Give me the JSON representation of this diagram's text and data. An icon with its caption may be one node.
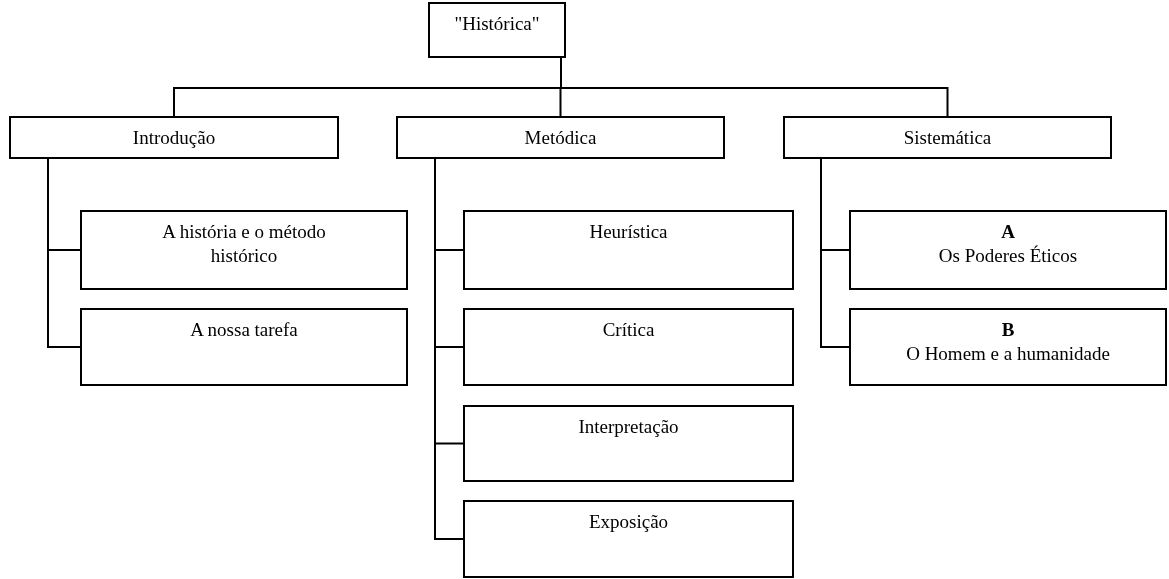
{
  "diagram": {
    "nodes": [
      {
        "text": [
          "\"Histórica\""
        ]
      },
      {
        "text": [
          "Introdução"
        ]
      },
      {
        "text": [
          "Metódica"
        ]
      },
      {
        "text": [
          "Sistemática"
        ]
      },
      {
        "text": [
          "A história e o método histórico"
        ]
      },
      {
        "text": [
          "A nossa tarefa"
        ]
      },
      {
        "text": [
          "Heurística"
        ]
      },
      {
        "text": [
          "Crítica"
        ]
      },
      {
        "text": [
          "Interpretação"
        ]
      },
      {
        "text": [
          "Exposição"
        ]
      },
      {
        "text": [
          "A",
          "Os Poderes Éticos"
        ]
      },
      {
        "text": [
          "B",
          "O Homem e a humanidade"
        ]
      }
    ],
    "edges": [
      {
        "from": 0,
        "to": 1,
        "arrow": "none"
      },
      {
        "from": 0,
        "to": 2,
        "arrow": "none"
      },
      {
        "from": 0,
        "to": 3,
        "arrow": "none"
      },
      {
        "from": 1,
        "to": 4,
        "arrow": "none"
      },
      {
        "from": 1,
        "to": 5,
        "arrow": "none"
      },
      {
        "from": 2,
        "to": 6,
        "arrow": "none"
      },
      {
        "from": 2,
        "to": 7,
        "arrow": "none"
      },
      {
        "from": 2,
        "to": 8,
        "arrow": "none"
      },
      {
        "from": 2,
        "to": 9,
        "arrow": "none"
      },
      {
        "from": 3,
        "to": 10,
        "arrow": "none"
      },
      {
        "from": 3,
        "to": 11,
        "arrow": "none"
      }
    ]
  }
}
